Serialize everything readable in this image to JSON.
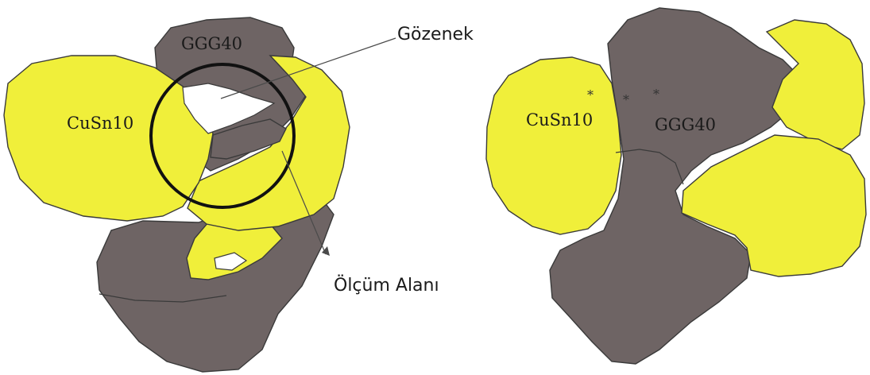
{
  "colors": {
    "bronze": "#f0ef3a",
    "cast_iron": "#6e6464",
    "pore": "#ffffff",
    "outline": "#3a3a3a",
    "circle": "#111111"
  },
  "left_figure": {
    "label_cusn10": "CuSn10",
    "label_ggg40": "GGG40",
    "callout_pore": "Gözenek",
    "callout_area": "Ölçüm Alanı"
  },
  "right_figure": {
    "label_cusn10": "CuSn10",
    "label_ggg40": "GGG40",
    "markers": [
      "*",
      "*",
      "*"
    ]
  }
}
